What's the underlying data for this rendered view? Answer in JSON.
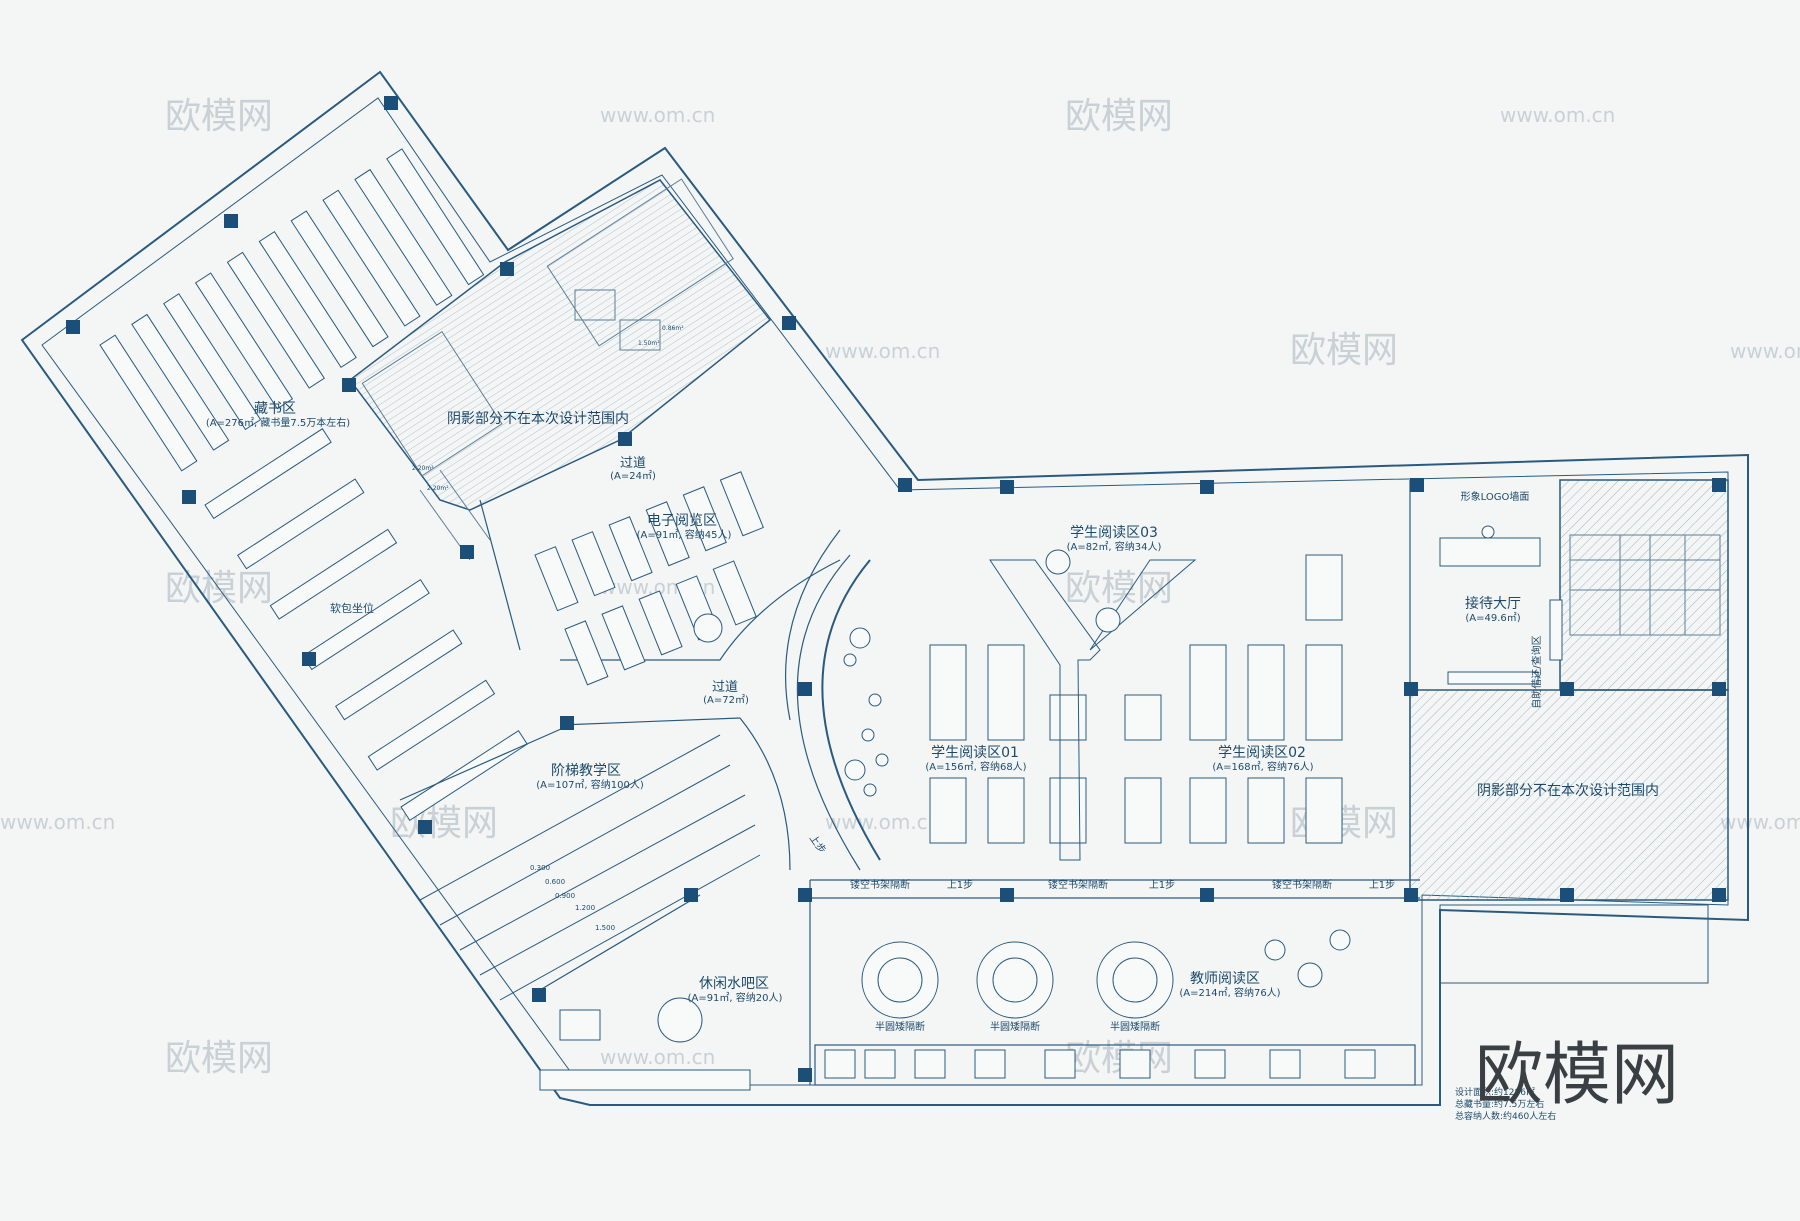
{
  "colors": {
    "line": "#2a5a80",
    "line_light": "#8aa7bf",
    "column": "#1b4f78",
    "hatch": "#7f9bb3",
    "background": "#f4f6f5",
    "text": "#1d4a6b",
    "watermark": "#c9d1d6"
  },
  "rooms": {
    "stack": {
      "name": "藏书区",
      "area": "(A=276㎡, 藏书量7.5万本左右)"
    },
    "soft_seat": {
      "name": "软包坐位"
    },
    "shaded_top": {
      "name": "阴影部分不在本次设计范围内"
    },
    "corridor_top": {
      "name": "过道",
      "area": "(A=24㎡)"
    },
    "e_reading": {
      "name": "电子阅览区",
      "area": "(A=91㎡, 容纳45人)"
    },
    "corridor_mid": {
      "name": "过道",
      "area": "(A=72㎡)"
    },
    "lecture": {
      "name": "阶梯教学区",
      "area": "(A=107㎡, 容纳100人)"
    },
    "cafe": {
      "name": "休闲水吧区",
      "area": "(A=91㎡, 容纳20人)"
    },
    "student03": {
      "name": "学生阅读区03",
      "area": "(A=82㎡, 容纳34人)"
    },
    "student01": {
      "name": "学生阅读区01",
      "area": "(A=156㎡, 容纳68人)"
    },
    "student02": {
      "name": "学生阅读区02",
      "area": "(A=168㎡, 容纳76人)"
    },
    "teacher": {
      "name": "教师阅读区",
      "area": "(A=214㎡, 容纳76人)"
    },
    "reception": {
      "name": "接待大厅",
      "area": "(A=49.6㎡)"
    },
    "shaded_right": {
      "name": "阴影部分不在本次设计范围内"
    }
  },
  "notes": {
    "logo_wall": "形象LOGO墙面",
    "self_service": "自助借还/查询区",
    "shelf_partition": "镂空书架隔断",
    "step_up": "上1步",
    "step_up_vertical": "上步",
    "half_round_partition": "半圆矮隔断",
    "elev_1": "0.300",
    "elev_2": "0.600",
    "elev_3": "0.900",
    "elev_4": "1.200",
    "elev_5": "1.500",
    "toilet_dim_1": "1.50m²",
    "toilet_dim_2": "0.86m²",
    "toilet_dim_3": "2.20m²",
    "toilet_dim_4": "2.20m²"
  },
  "summary": {
    "design_area": "设计面积:约1286㎡",
    "total_books": "总藏书量:约7.5万左右",
    "total_capacity": "总容纳人数:约460人左右"
  },
  "watermark": {
    "brand": "欧模网",
    "url": "www.om.cn"
  }
}
